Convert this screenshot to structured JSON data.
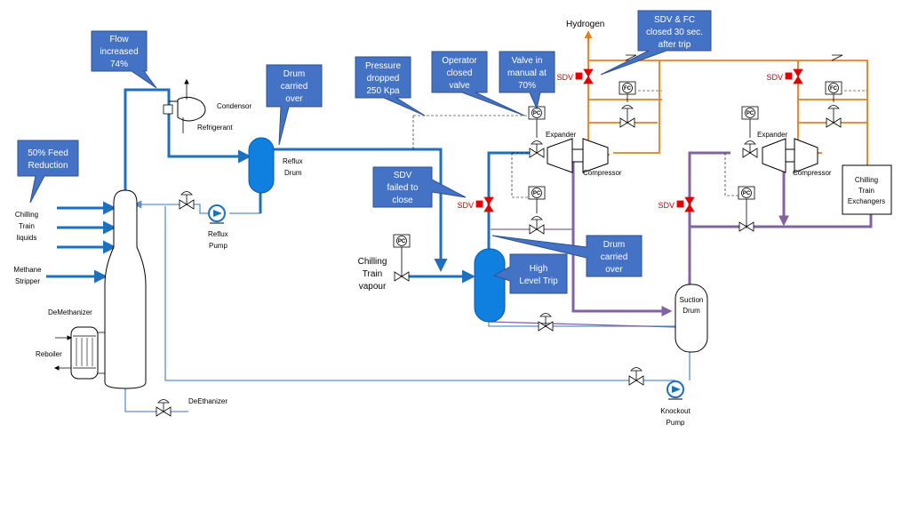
{
  "colors": {
    "main_line": "#1f6fbf",
    "thin_line": "#5b8fd0",
    "orange_line": "#e87e1d",
    "purple_line": "#8064a2",
    "callout_fill": "#4472c4",
    "sdv_red": "#e00000",
    "vessel_blue": "#0f7fe0"
  },
  "callouts": {
    "flow_increased": [
      "Flow",
      "increased",
      "74%"
    ],
    "drum_carried_over_top": [
      "Drum",
      "carried",
      "over"
    ],
    "pressure_dropped": [
      "Pressure",
      "dropped",
      "250 Kpa"
    ],
    "operator_closed": [
      "Operator",
      "closed",
      "valve"
    ],
    "valve_manual": [
      "Valve in",
      "manual at",
      "70%"
    ],
    "sdv_fc_closed": [
      "SDV & FC",
      "closed 30 sec.",
      "after trip"
    ],
    "feed_reduction": [
      "50% Feed",
      "Reduction"
    ],
    "sdv_failed": [
      "SDV",
      "failed to",
      "close"
    ],
    "high_level_trip": [
      "High",
      "Level Trip"
    ],
    "drum_carried_over_bottom": [
      "Drum",
      "carried",
      "over"
    ]
  },
  "labels": {
    "hydrogen": "Hydrogen",
    "condensor": "Condensor",
    "refrigerant": "Refrigerant",
    "reflux_drum": [
      "Reflux",
      "Drum"
    ],
    "reflux_pump": [
      "Reflux",
      "Pump"
    ],
    "chilling_train_liquids": [
      "Chilling",
      "Train",
      "liquids"
    ],
    "methane_stripper": [
      "Methane",
      "Stripper"
    ],
    "demethanizer": "DeMethanizer",
    "reboiler": "Reboiler",
    "deethanizer": "DeEthanizer",
    "chilling_train_vapour": [
      "Chilling",
      "Train",
      "vapour"
    ],
    "expander_1": "Expander",
    "compressor_1": "Compressor",
    "expander_2": "Expander",
    "compressor_2": "Compressor",
    "suction_drum": [
      "Suction",
      "Drum"
    ],
    "knockout_pump": [
      "Knockout",
      "Pump"
    ],
    "chilling_train_exchangers": [
      "Chilling",
      "Train",
      "Exchangers"
    ],
    "sdv": "SDV",
    "pc": "PC",
    "fc": "FC"
  }
}
